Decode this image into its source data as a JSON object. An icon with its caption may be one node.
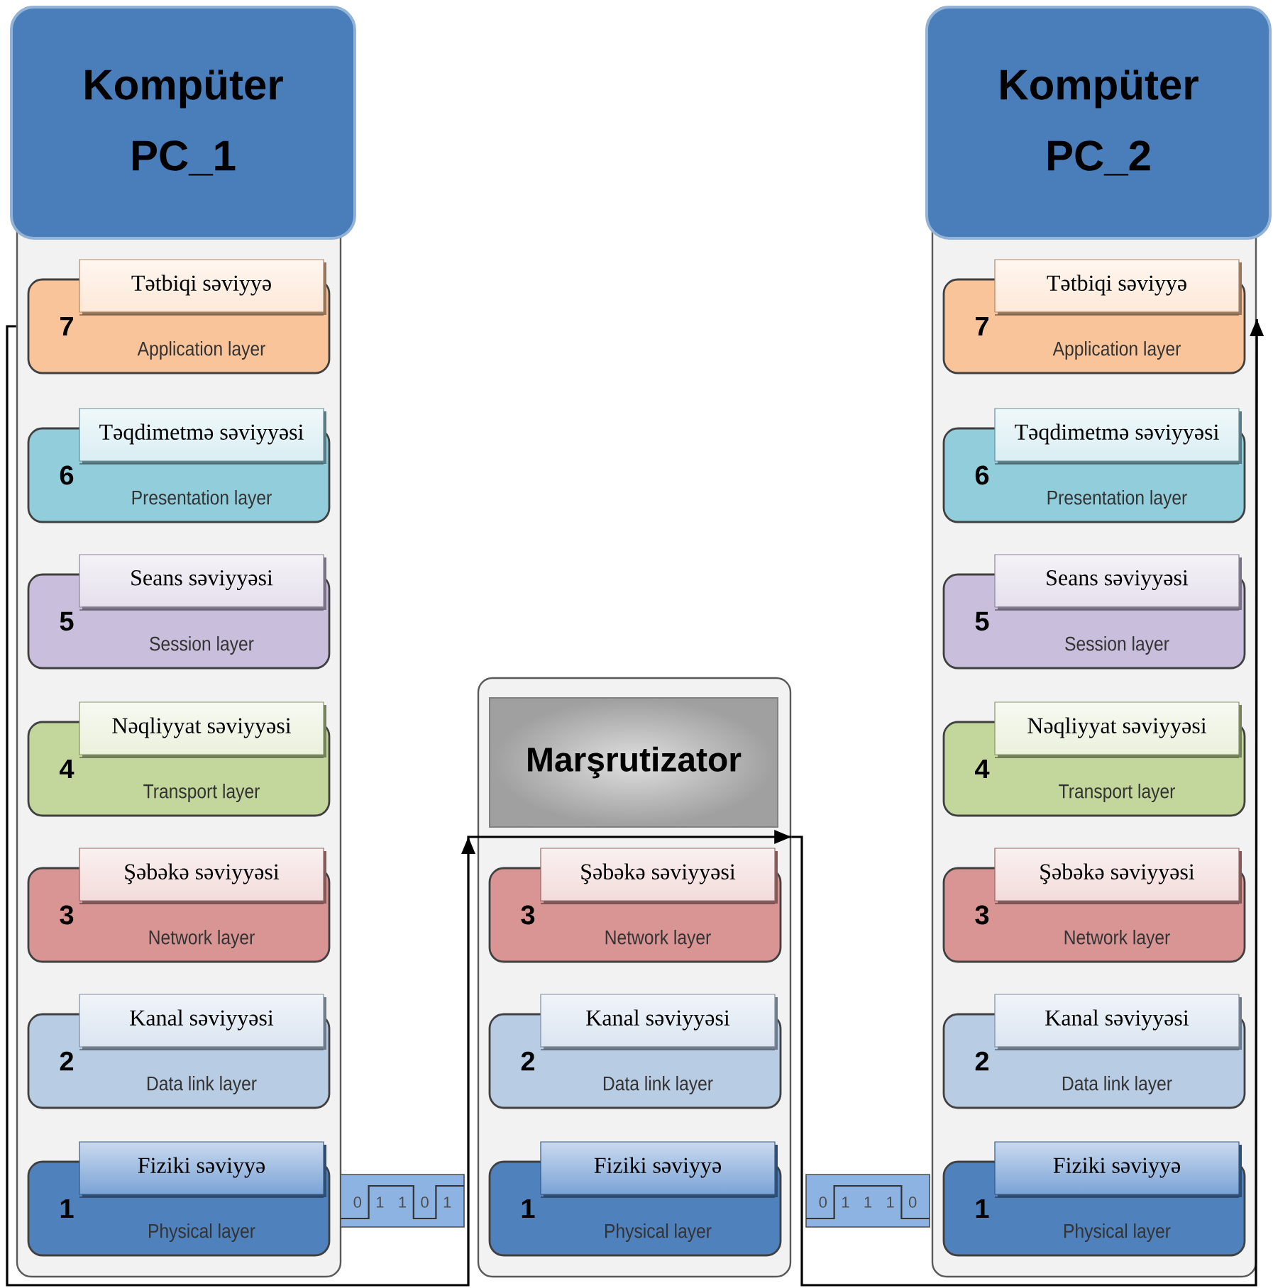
{
  "diagram": {
    "nodes": [
      {
        "text": [],
        "shape": "box"
      },
      {
        "text": [
          "Kompüter PC_1"
        ],
        "in": 0
      },
      {
        "text": [
          "7",
          "Tətbiqi səviyyə",
          "Application layer"
        ],
        "in": 0
      },
      {
        "text": [
          "6",
          "Təqdimetmə səviyyəsi",
          "Presentation layer"
        ],
        "in": 0
      },
      {
        "text": [
          "5",
          "Seans səviyyəsi",
          "Session layer"
        ],
        "in": 0
      },
      {
        "text": [
          "4",
          "Nəqliyyat səviyyəsi",
          "Transport layer"
        ],
        "in": 0
      },
      {
        "text": [
          "3",
          "Şəbəkə səviyyəsi",
          "Network layer"
        ],
        "in": 0
      },
      {
        "text": [
          "2",
          "Kanal səviyyəsi",
          "Data link layer"
        ],
        "in": 0
      },
      {
        "text": [
          "1",
          "Fiziki səviyyə",
          "Physical layer"
        ],
        "in": 0
      },
      {
        "text": [
          "0",
          "1",
          "1",
          "0",
          "1"
        ]
      },
      {
        "text": [],
        "shape": "box"
      },
      {
        "text": [
          "Marşrutizator"
        ],
        "in": 10
      },
      {
        "text": [
          "3",
          "Şəbəkə səviyyəsi",
          "Network layer"
        ],
        "in": 10
      },
      {
        "text": [
          "2",
          "Kanal səviyyəsi",
          "Data link layer"
        ],
        "in": 10
      },
      {
        "text": [
          "1",
          "Fiziki səviyyə",
          "Physical layer"
        ],
        "in": 10
      },
      {
        "text": [
          "0",
          "1",
          "1",
          "1",
          "0"
        ]
      },
      {
        "text": [],
        "shape": "box"
      },
      {
        "text": [
          "Kompüter PC_2"
        ],
        "in": 16
      },
      {
        "text": [
          "7",
          "Tətbiqi səviyyə",
          "Application layer"
        ],
        "in": 16
      },
      {
        "text": [
          "6",
          "Təqdimetmə səviyyəsi",
          "Presentation layer"
        ],
        "in": 16
      },
      {
        "text": [
          "5",
          "Seans səviyyəsi",
          "Session layer"
        ],
        "in": 16
      },
      {
        "text": [
          "4",
          "Nəqliyyat səviyyəsi",
          "Transport layer"
        ],
        "in": 16
      },
      {
        "text": [
          "3",
          "Şəbəkə səviyyəsi",
          "Network layer"
        ],
        "in": 16
      },
      {
        "text": [
          "2",
          "Kanal səviyyəsi",
          "Data link layer"
        ],
        "in": 16
      },
      {
        "text": [
          "1",
          "Fiziki səviyyə",
          "Physical layer"
        ],
        "in": 16
      }
    ],
    "edges": [
      {
        "from": 0,
        "to": 10,
        "arrow": "to"
      },
      {
        "from": 10,
        "to": 16,
        "arrow": "to"
      }
    ]
  }
}
